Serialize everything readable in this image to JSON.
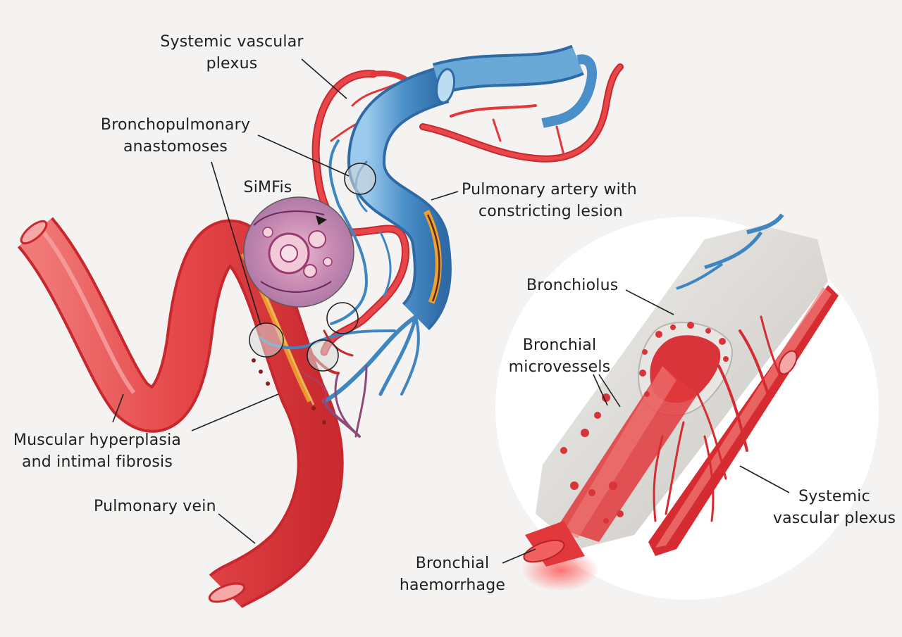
{
  "labels": {
    "systemic_vascular_plexus_top": {
      "line1": "Systemic vascular",
      "line2": "plexus"
    },
    "bronchopulmonary_anastomoses": {
      "line1": "Bronchopulmonary",
      "line2": "anastomoses"
    },
    "simfis": "SiMFis",
    "pulmonary_artery": {
      "line1": "Pulmonary artery with",
      "line2": "constricting lesion"
    },
    "muscular_hyperplasia": {
      "line1": "Muscular hyperplasia",
      "line2": "and intimal fibrosis"
    },
    "pulmonary_vein": "Pulmonary vein",
    "bronchiolus": "Bronchiolus",
    "bronchial_microvessels": {
      "line1": "Bronchial",
      "line2": "microvessels"
    },
    "systemic_vascular_plexus_right": {
      "line1": "Systemic",
      "line2": "vascular plexus"
    },
    "bronchial_haemorrhage": {
      "line1": "Bronchial",
      "line2": "haemorrhage"
    }
  },
  "colors": {
    "background": "#f4f3f1",
    "vessel_red": "#e2383c",
    "vessel_red_light": "#f0787a",
    "vessel_blue": "#3f86c0",
    "vessel_blue_light": "#8fc0e6",
    "lesion_orange": "#f0a030",
    "bronchus_grey": "#dcdad6",
    "leader_line": "#1f1f1f"
  }
}
